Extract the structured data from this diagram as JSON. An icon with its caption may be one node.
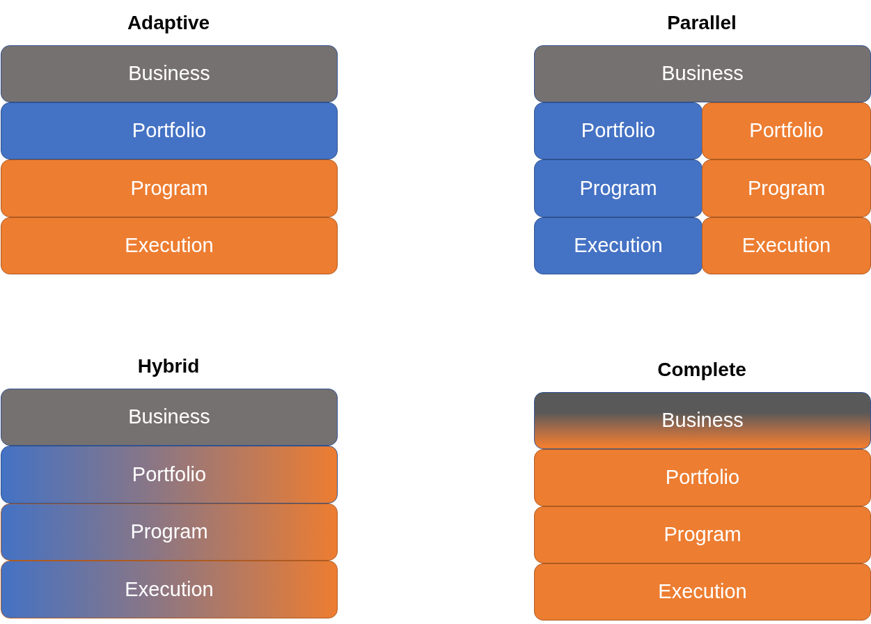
{
  "diagram": {
    "nodes": [
      {
        "text": [
          "Business"
        ]
      },
      {
        "text": [
          "Portfolio"
        ]
      },
      {
        "text": [
          "Program"
        ]
      },
      {
        "text": [
          "Execution"
        ]
      },
      {
        "text": [
          "Business"
        ]
      },
      {
        "text": [
          "Portfolio"
        ]
      },
      {
        "text": [
          "Portfolio"
        ]
      },
      {
        "text": [
          "Program"
        ]
      },
      {
        "text": [
          "Program"
        ]
      },
      {
        "text": [
          "Execution"
        ]
      },
      {
        "text": [
          "Execution"
        ]
      },
      {
        "text": [
          "Business"
        ]
      },
      {
        "text": [
          "Portfolio"
        ]
      },
      {
        "text": [
          "Program"
        ]
      },
      {
        "text": [
          "Execution"
        ]
      },
      {
        "text": [
          "Business"
        ]
      },
      {
        "text": [
          "Portfolio"
        ]
      },
      {
        "text": [
          "Program"
        ]
      },
      {
        "text": [
          "Execution"
        ]
      }
    ],
    "labels": [
      "Adaptive",
      "Parallel",
      "Hybrid",
      "Complete"
    ]
  }
}
